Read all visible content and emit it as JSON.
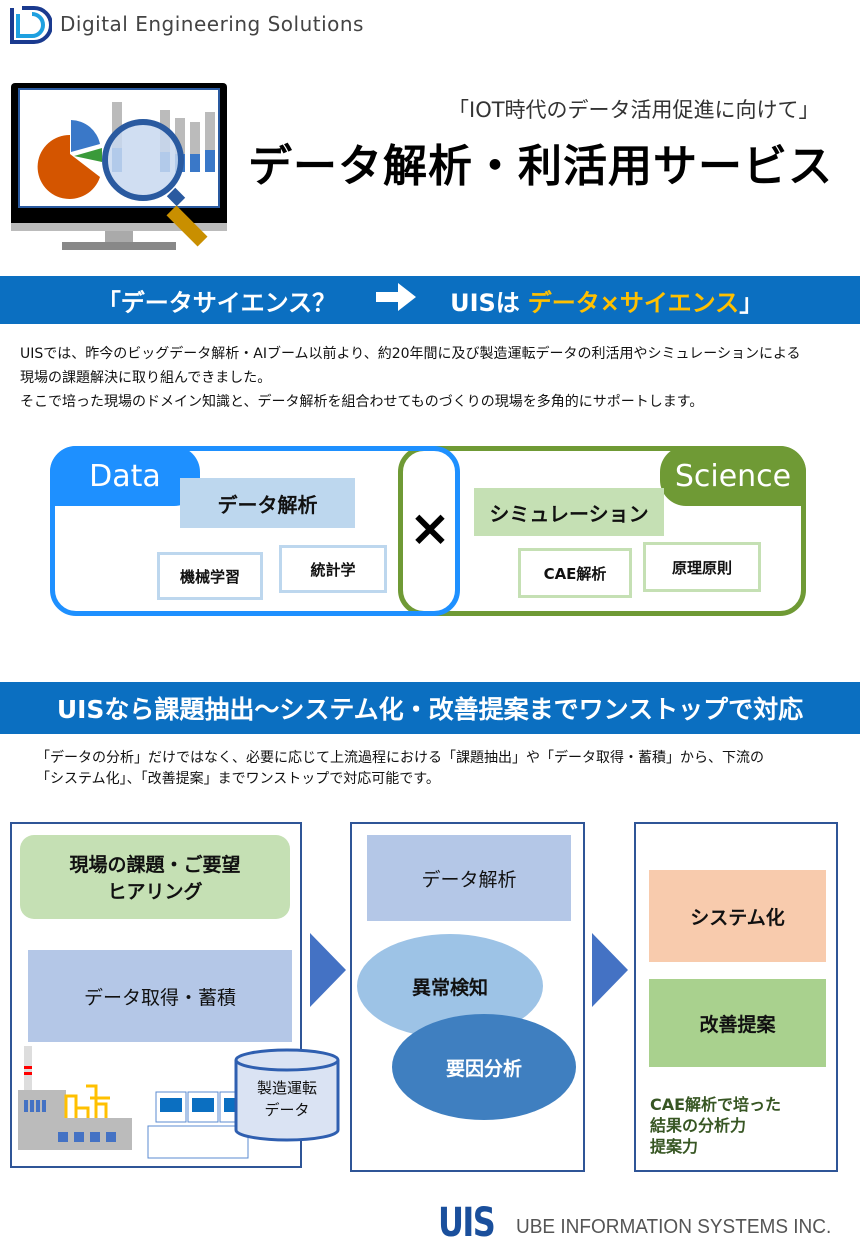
{
  "header": {
    "brand": "Digital Engineering Solutions",
    "subtitle": "「IOT時代のデータ活用促進に向けて」",
    "title": "データ解析・利活用サービス"
  },
  "band1": {
    "left": "「データサイエンス？",
    "right_prefix": "UISは",
    "right_highlight": "データ×サイエンス",
    "right_suffix": "」"
  },
  "intro": [
    "UISでは、昨今のビッグデータ解析・AIブーム以前より、約20年間に及び製造運転データの利活用やシミュレーションによる",
    "現場の課題解決に取り組んできました。",
    "そこで培った現場のドメイン知識と、データ解析を組合わせてものづくりの現場を多角的にサポートします。"
  ],
  "data_panel": {
    "tab": "Data",
    "main": "データ解析",
    "items": [
      "機械学習",
      "統計学"
    ]
  },
  "times": "×",
  "science_panel": {
    "tab": "Science",
    "main": "シミュレーション",
    "items": [
      "CAE解析",
      "原理原則"
    ]
  },
  "band2": {
    "title": "UISなら課題抽出～システム化・改善提案までワンストップで対応"
  },
  "onestop": [
    "「データの分析」だけではなく、必要に応じて上流過程における「課題抽出」や「データ取得・蓄積」から、下流の",
    "「システム化」、「改善提案」までワンストップで対応可能です。"
  ],
  "flow": {
    "step1": {
      "hearing": [
        "現場の課題・ご要望",
        "ヒアリング"
      ],
      "acquire": "データ取得・蓄積",
      "db": [
        "製造運転",
        "データ"
      ]
    },
    "step2": {
      "analysis": "データ解析",
      "anomaly": "異常検知",
      "cause": "要因分析"
    },
    "step3": {
      "system": "システム化",
      "improve": "改善提案",
      "note": [
        "CAE解析で培った",
        "結果の分析力",
        "提案力"
      ]
    }
  },
  "footer": {
    "logo": "UIS",
    "company": "UBE INFORMATION SYSTEMS INC."
  },
  "colors": {
    "band": "#0b6fc1",
    "data": "#1e90ff",
    "science": "#6f9a35",
    "accent": "#ffc000"
  }
}
